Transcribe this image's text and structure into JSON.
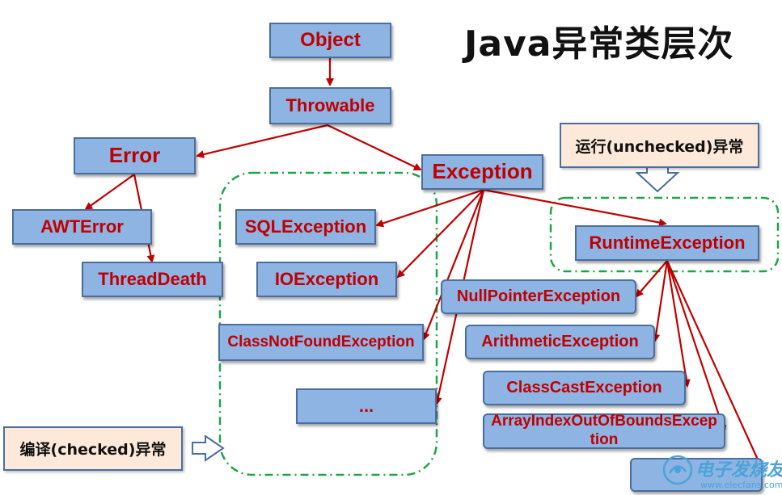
{
  "title": "Java异常类层次",
  "nodes": {
    "object": "Object",
    "throwable": "Throwable",
    "error": "Error",
    "awterror": "AWTError",
    "threaddeath": "ThreadDeath",
    "exception": "Exception",
    "sqlexception": "SQLException",
    "ioexception": "IOException",
    "classnotfound": "ClassNotFoundException",
    "ellipsis": "...",
    "runtime": "RuntimeException",
    "nullpointer": "NullPointerException",
    "arithmetic": "ArithmeticException",
    "classcast": "ClassCastException",
    "arrayindex": "ArrayIndexOutOfBoundsException",
    "empty": ""
  },
  "callouts": {
    "unchecked": "运行(unchecked)异常",
    "checked": "编译(checked)异常"
  },
  "watermark": {
    "logo_text": "电子发烧友",
    "url": "www.elecfans.com"
  },
  "colors": {
    "box_fill": "#8eb4e3",
    "box_border": "#4a6e9f",
    "node_text": "#c00000",
    "arrow": "#c00000",
    "group_outline": "#1fa34a",
    "callout_fill": "#fde9d9"
  }
}
